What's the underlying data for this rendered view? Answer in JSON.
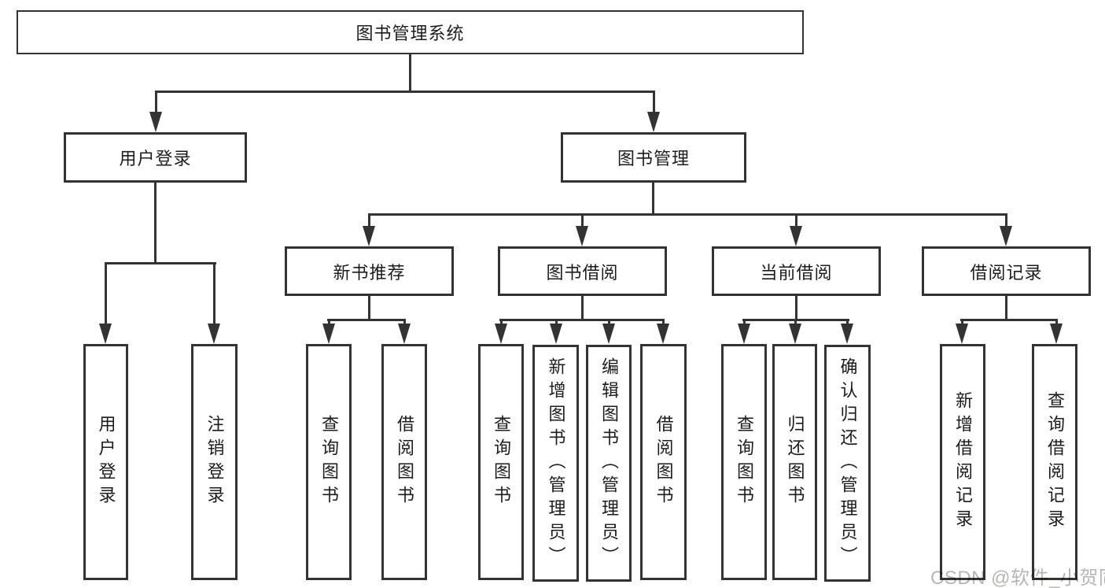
{
  "tree": {
    "root": "图书管理系统",
    "branches": [
      {
        "label": "用户登录",
        "children": [
          "用户登录",
          "注销登录"
        ]
      },
      {
        "label": "图书管理",
        "sections": [
          {
            "label": "新书推荐",
            "children": [
              "查询图书",
              "借阅图书"
            ]
          },
          {
            "label": "图书借阅",
            "children": [
              "查询图书",
              "新增图书（管理员）",
              "编辑图书（管理员）",
              "借阅图书"
            ]
          },
          {
            "label": "当前借阅",
            "children": [
              "查询图书",
              "归还图书",
              "确认归还（管理员）"
            ]
          },
          {
            "label": "借阅记录",
            "children": [
              "新增借阅记录",
              "查询借阅记录"
            ]
          }
        ]
      }
    ]
  },
  "watermark": "CSDN @软件_小贺同学",
  "colors": {
    "line": "#333333",
    "text": "#1c1c1e",
    "watermark": "#b8b6b4",
    "background": "#ffffff"
  }
}
